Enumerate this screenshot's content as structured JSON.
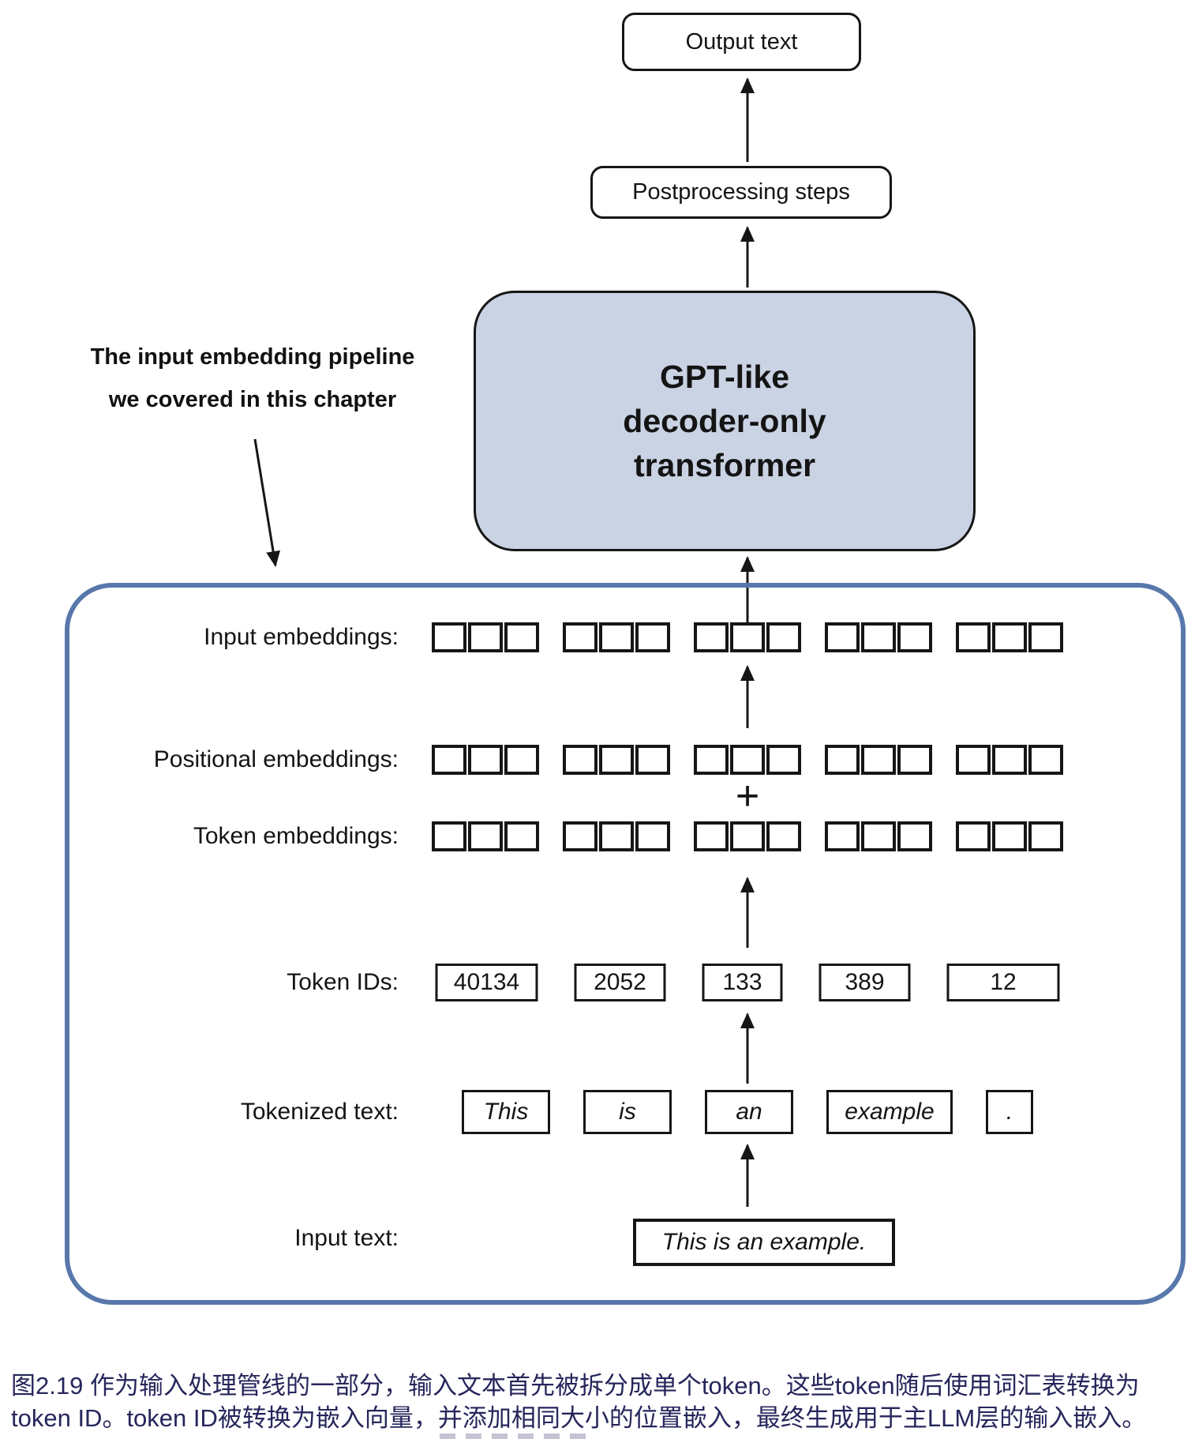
{
  "diagram": {
    "output_box_label": "Output text",
    "postprocessing_box_label": "Postprocessing steps",
    "gpt_box": {
      "line1": "GPT-like",
      "line2": "decoder-only",
      "line3": "transformer"
    },
    "annotation": {
      "line1": "The input embedding pipeline",
      "line2": "we covered in this chapter"
    },
    "plus_sign": "+",
    "row_labels": {
      "input_embeddings": "Input embeddings:",
      "positional_embeddings": "Positional embeddings:",
      "token_embeddings": "Token embeddings:",
      "token_ids": "Token IDs:",
      "tokenized_text": "Tokenized text:",
      "input_text": "Input text:"
    },
    "embedding_groups": 5,
    "cells_per_group": 3,
    "token_ids": [
      "40134",
      "2052",
      "133",
      "389",
      "12"
    ],
    "tokens": [
      "This",
      "is",
      "an",
      "example",
      "."
    ],
    "input_text": "This is an example."
  },
  "caption": {
    "line1": "图2.19 作为输入处理管线的一部分，输入文本首先被拆分成单个token。这些token随后使用词汇表转换为",
    "line2": "token ID。token ID被转换为嵌入向量，并添加相同大小的位置嵌入，最终生成用于主LLM层的输入嵌入。"
  },
  "colors": {
    "gpt_box_fill": "#c9d3e3",
    "container_border": "#5878ab",
    "caption_text": "#26265c",
    "line_color": "#161616"
  }
}
